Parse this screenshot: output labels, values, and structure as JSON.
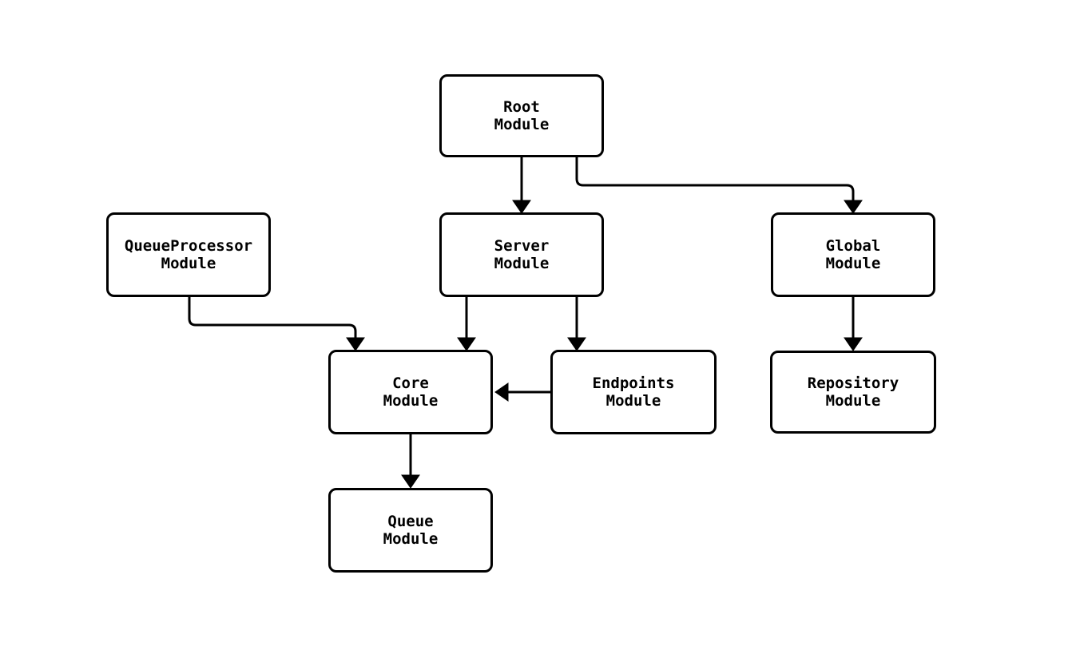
{
  "diagram": {
    "type": "flowchart",
    "background_color": "#ffffff",
    "node_fill_color": "#ffffff",
    "node_border_color": "#000000",
    "text_color": "#000000",
    "nodes": [
      {
        "id": "root",
        "line1": "Root",
        "line2": "Module"
      },
      {
        "id": "queueprocessor",
        "line1": "QueueProcessor",
        "line2": "Module"
      },
      {
        "id": "server",
        "line1": "Server",
        "line2": "Module"
      },
      {
        "id": "global",
        "line1": "Global",
        "line2": "Module"
      },
      {
        "id": "core",
        "line1": "Core",
        "line2": "Module"
      },
      {
        "id": "endpoints",
        "line1": "Endpoints",
        "line2": "Module"
      },
      {
        "id": "repository",
        "line1": "Repository",
        "line2": "Module"
      },
      {
        "id": "queue",
        "line1": "Queue",
        "line2": "Module"
      }
    ],
    "edges": [
      {
        "from": "Root Module",
        "to": "Server Module"
      },
      {
        "from": "Root Module",
        "to": "Global Module"
      },
      {
        "from": "QueueProcessor Module",
        "to": "Core Module"
      },
      {
        "from": "Server Module",
        "to": "Core Module"
      },
      {
        "from": "Server Module",
        "to": "Endpoints Module"
      },
      {
        "from": "Endpoints Module",
        "to": "Core Module"
      },
      {
        "from": "Global Module",
        "to": "Repository Module"
      },
      {
        "from": "Core Module",
        "to": "Queue Module"
      }
    ]
  }
}
